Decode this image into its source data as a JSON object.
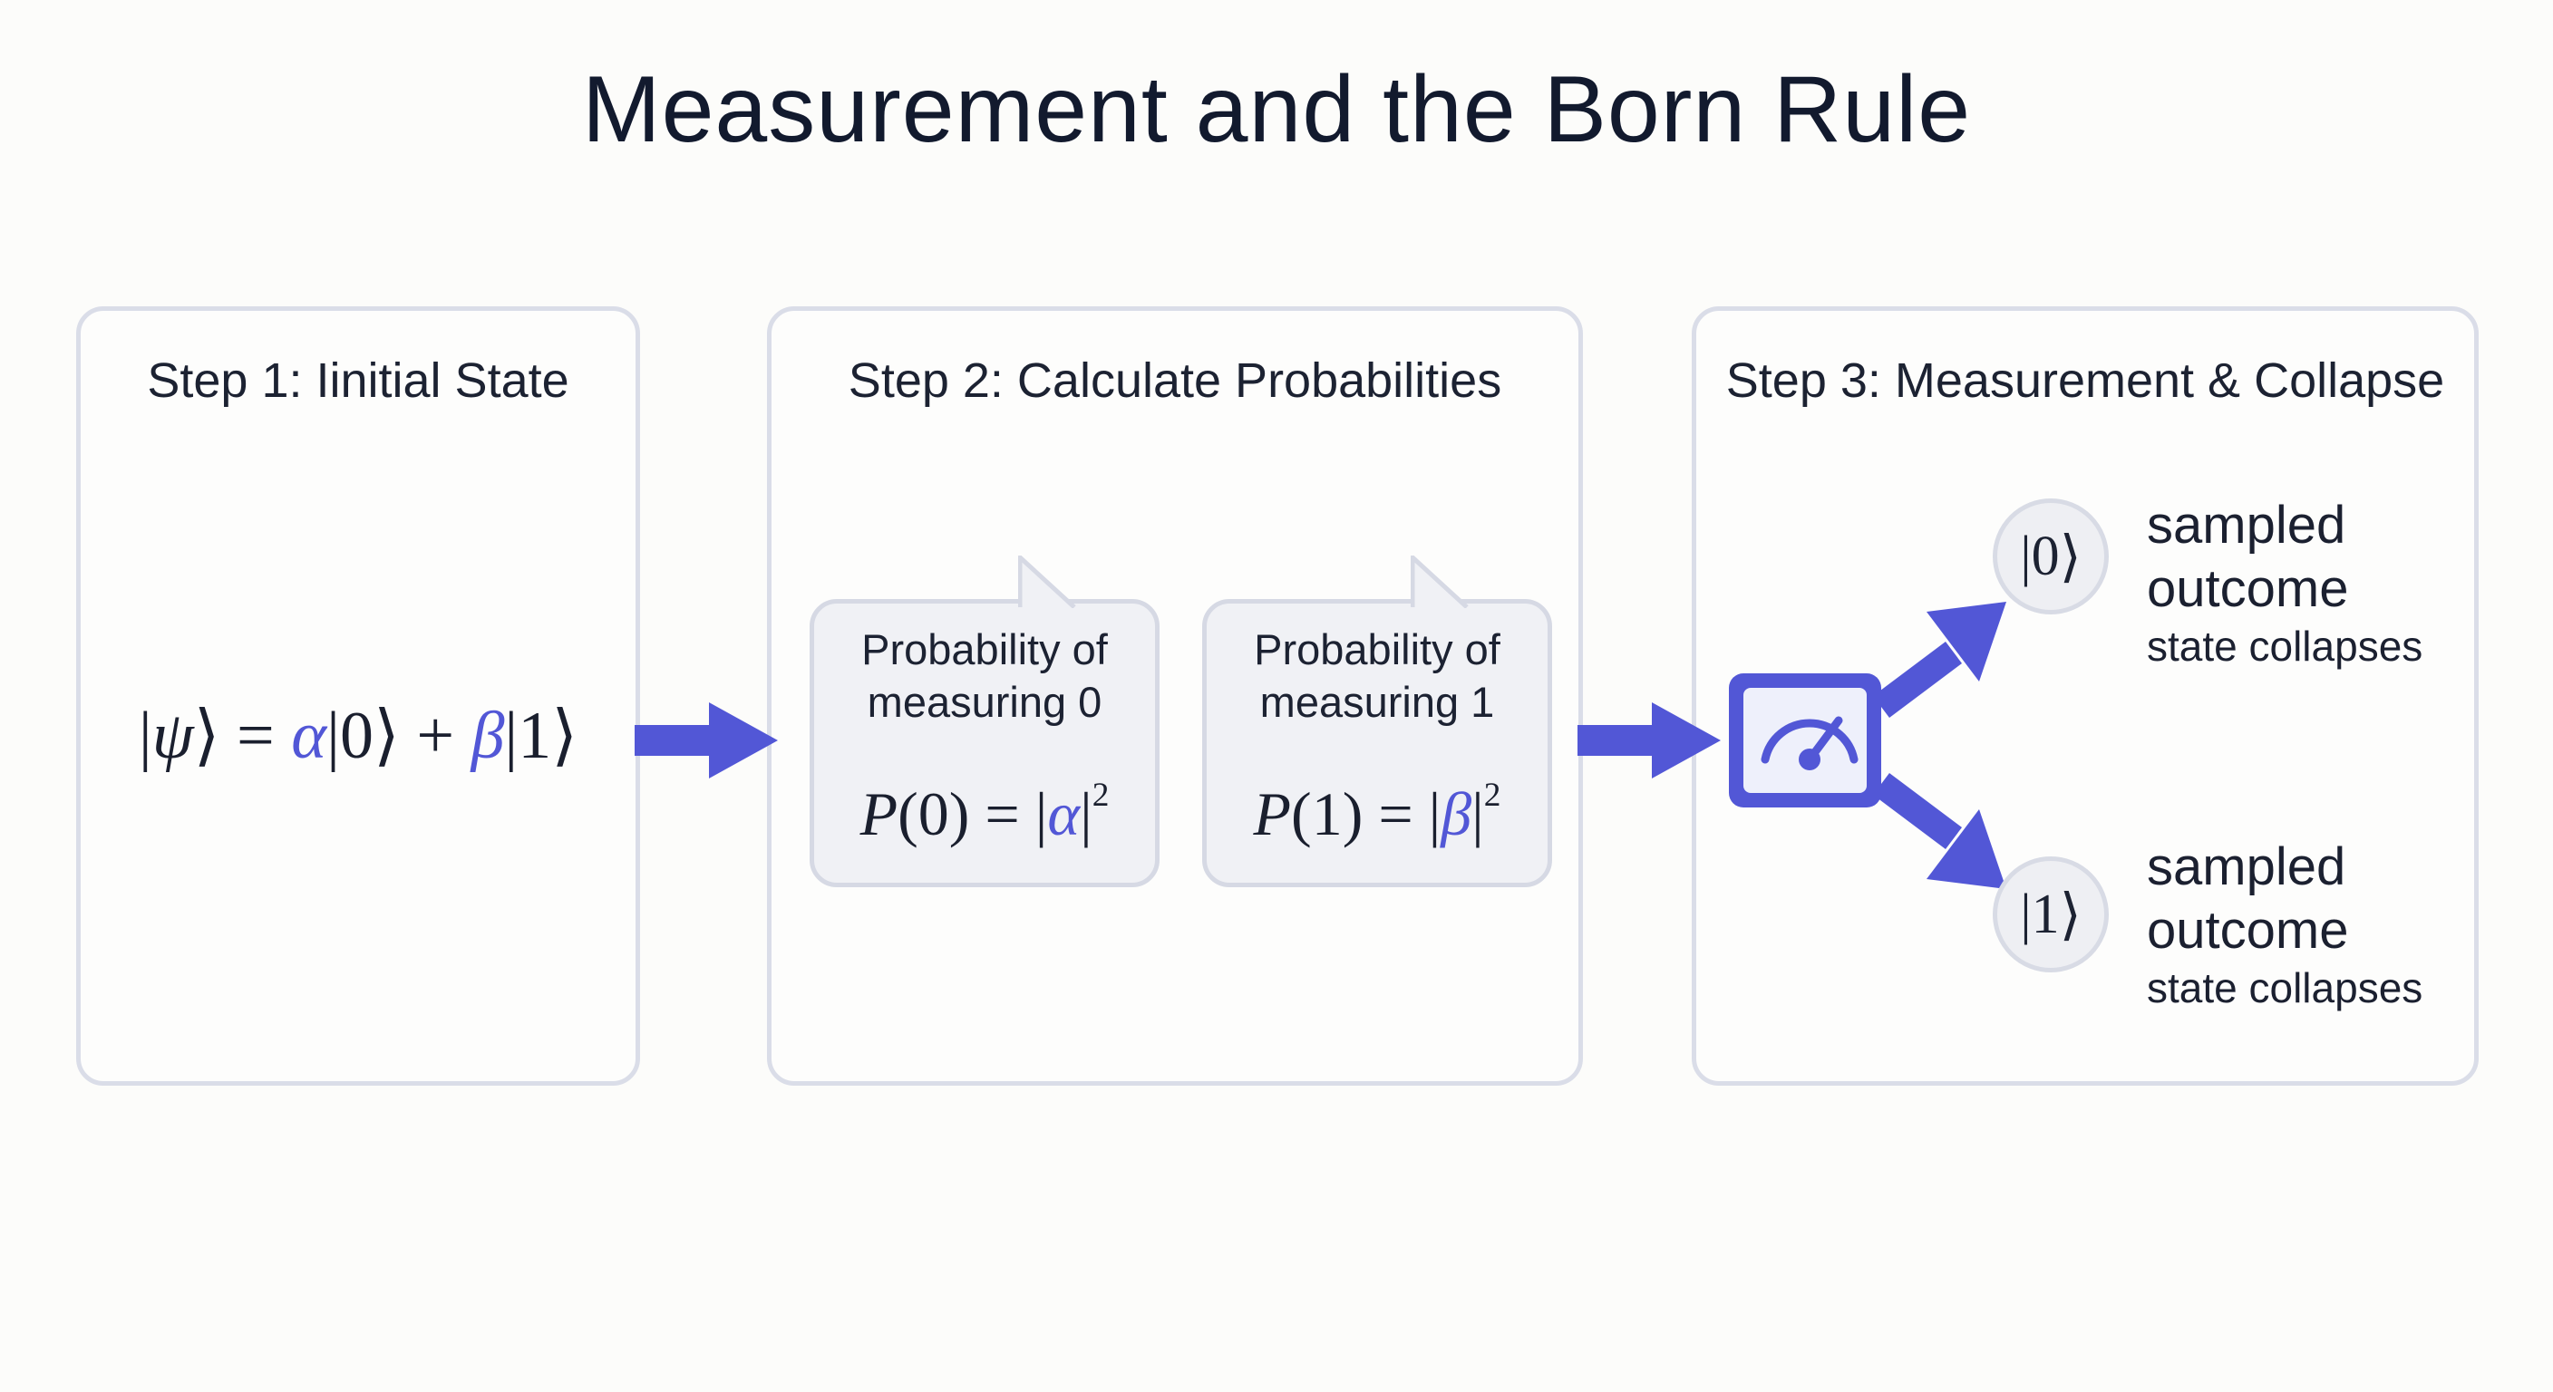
{
  "title": "Measurement and the Born Rule",
  "accent_color": "#5257d6",
  "steps": [
    {
      "title": "Step 1: Iinitial State",
      "equation": {
        "psi": "ψ",
        "alpha": "α",
        "beta": "β",
        "ket0": "0",
        "ket1": "1"
      }
    },
    {
      "title": "Step 2: Calculate Probabilities",
      "bubbles": [
        {
          "label_line1": "Probability of",
          "label_line2": "measuring 0",
          "prob_arg": "0",
          "amplitude": "α",
          "power": "2"
        },
        {
          "label_line1": "Probability of",
          "label_line2": "measuring 1",
          "prob_arg": "1",
          "amplitude": "β",
          "power": "2"
        }
      ]
    },
    {
      "title": "Step 3: Measurement & Collapse",
      "measurement_icon": "measurement-meter-icon",
      "outcomes": [
        {
          "ket": "0",
          "line1": "sampled",
          "line2": "outcome",
          "line3": "state collapses"
        },
        {
          "ket": "1",
          "line1": "sampled",
          "line2": "outcome",
          "line3": "state collapses"
        }
      ]
    }
  ]
}
